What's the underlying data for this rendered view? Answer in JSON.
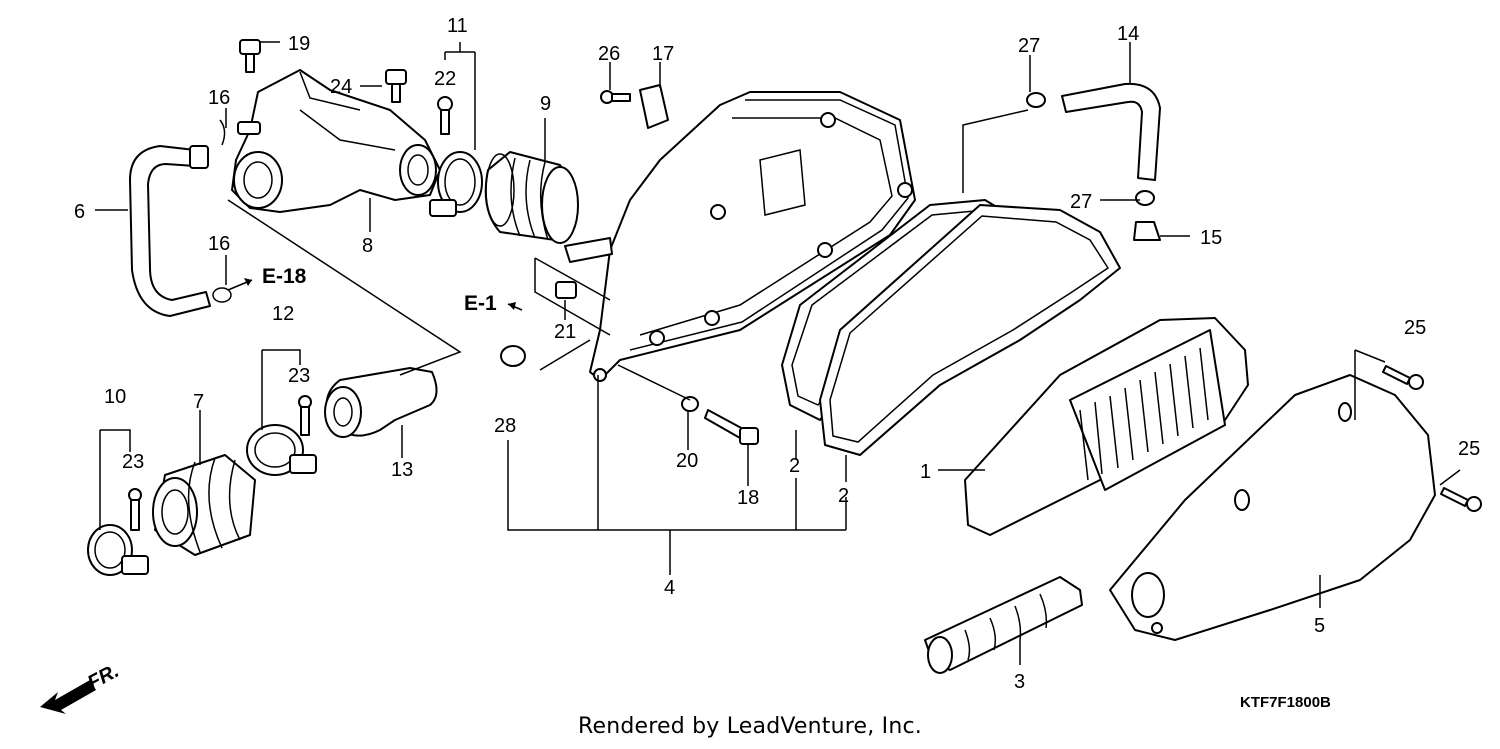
{
  "callouts": {
    "c1": "1",
    "c2a": "2",
    "c2b": "2",
    "c3": "3",
    "c4": "4",
    "c5": "5",
    "c6": "6",
    "c7": "7",
    "c8": "8",
    "c9": "9",
    "c10": "10",
    "c11": "11",
    "c12": "12",
    "c13": "13",
    "c14": "14",
    "c15": "15",
    "c16a": "16",
    "c16b": "16",
    "c17": "17",
    "c18": "18",
    "c19": "19",
    "c20": "20",
    "c21": "21",
    "c22": "22",
    "c23a": "23",
    "c23b": "23",
    "c24": "24",
    "c25a": "25",
    "c25b": "25",
    "c26": "26",
    "c27a": "27",
    "c27b": "27",
    "c28": "28"
  },
  "references": {
    "e18": "E-18",
    "e1": "E-1"
  },
  "direction_label": "FR.",
  "diagram_code": "KTF7F1800B",
  "credit": "Rendered by LeadVenture, Inc."
}
